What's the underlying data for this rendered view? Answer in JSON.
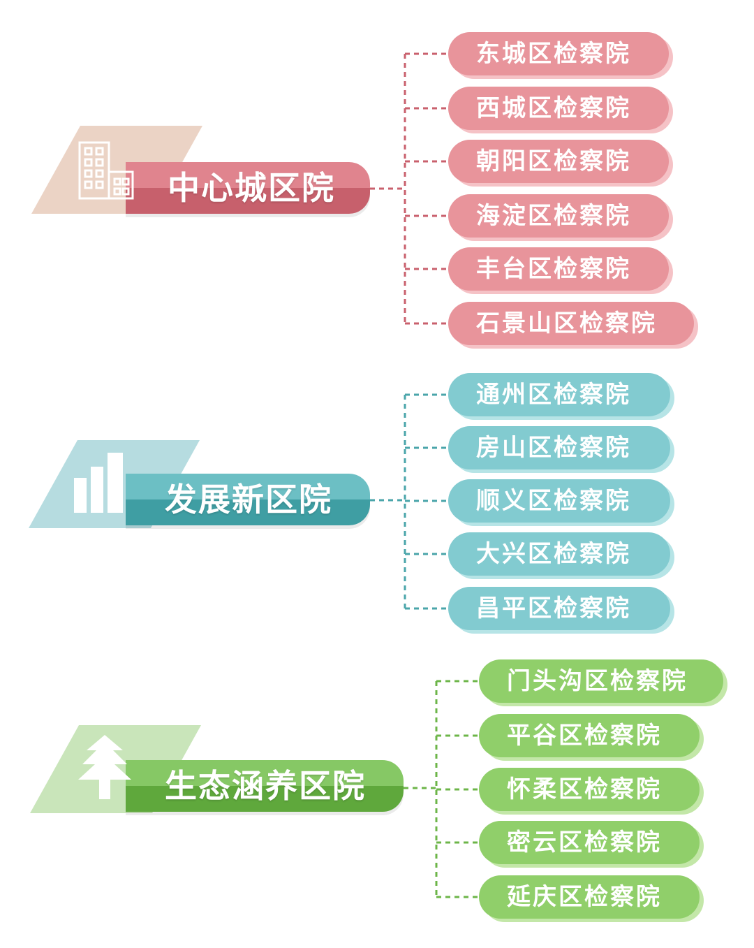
{
  "groups": [
    {
      "label": "中心城区院",
      "icon": "buildings-icon",
      "color": "#d5737d",
      "items": [
        "东城区检察院",
        "西城区检察院",
        "朝阳区检察院",
        "海淀区检察院",
        "丰台区检察院",
        "石景山区检察院"
      ]
    },
    {
      "label": "发展新区院",
      "icon": "bar-chart-icon",
      "color": "#4aa5aa",
      "items": [
        "通州区检察院",
        "房山区检察院",
        "顺义区检察院",
        "大兴区检察院",
        "昌平区检察院"
      ]
    },
    {
      "label": "生态涵养区院",
      "icon": "pine-tree-icon",
      "color": "#6cb548",
      "items": [
        "门头沟区检察院",
        "平谷区检察院",
        "怀柔区检察院",
        "密云区检察院",
        "延庆区检察院"
      ]
    }
  ]
}
